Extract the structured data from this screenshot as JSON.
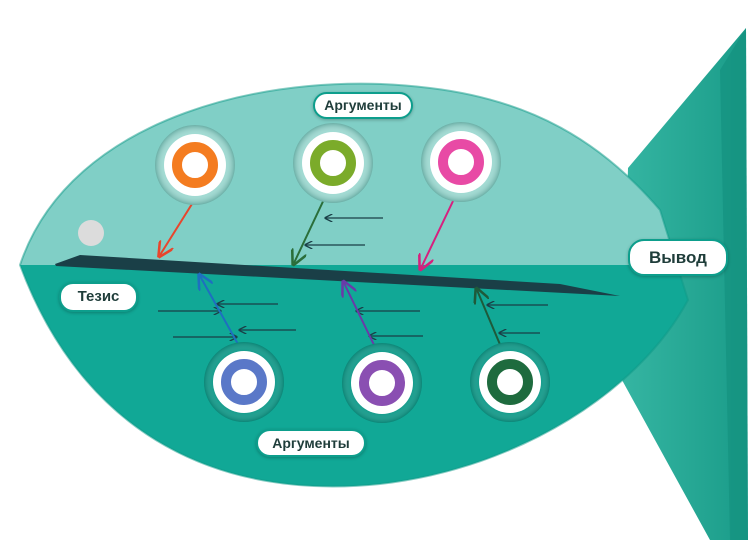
{
  "labels": {
    "arguments_top": "Аргументы",
    "arguments_bottom": "Аргументы",
    "thesis": "Тезис",
    "conclusion": "Вывод"
  },
  "colors": {
    "body_top": "#80cfc6",
    "body_bottom": "#11a896",
    "tail": "#2fae9c",
    "spine": "#1a3f47",
    "pill_border": "#0d9e8c",
    "eye": "#dcdcdc"
  },
  "nodes_top": [
    {
      "id": "top-1",
      "icon": "orange-ring-icon",
      "color": "#f47c20",
      "arrow_color": "#e8452c"
    },
    {
      "id": "top-2",
      "icon": "olive-ring-icon",
      "color": "#7bab2a",
      "arrow_color": "#2a6e3a"
    },
    {
      "id": "top-3",
      "icon": "pink-ring-icon",
      "color": "#e84aa5",
      "arrow_color": "#d6207e"
    }
  ],
  "nodes_bottom": [
    {
      "id": "bottom-1",
      "icon": "blue-ring-icon",
      "color": "#5a78c8",
      "arrow_color": "#1e6fc0"
    },
    {
      "id": "bottom-2",
      "icon": "purple-ring-icon",
      "color": "#8a4fb2",
      "arrow_color": "#6a3aa8"
    },
    {
      "id": "bottom-3",
      "icon": "darkgreen-ring-icon",
      "color": "#1e6b3e",
      "arrow_color": "#1e5a3a"
    }
  ]
}
